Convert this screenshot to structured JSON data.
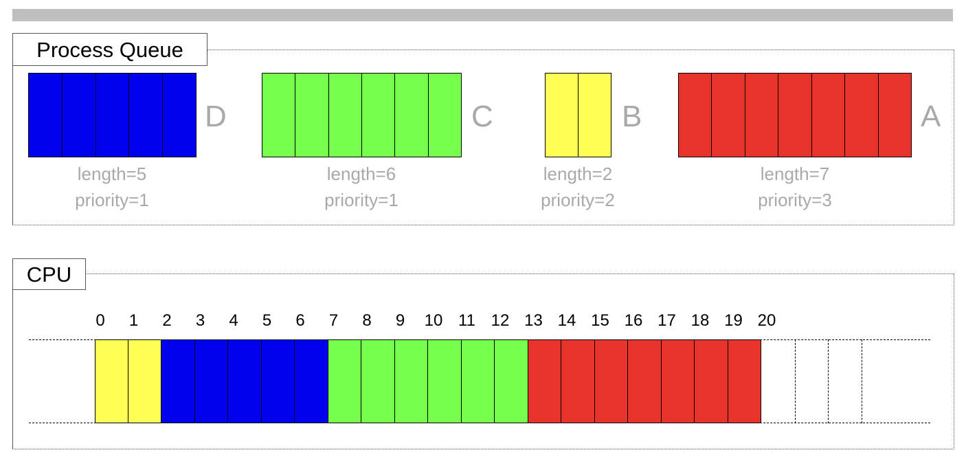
{
  "colors": {
    "A": "#e8332a",
    "B": "#ffff55",
    "C": "#77ff4d",
    "D": "#0000ee",
    "label_gray": "#a9a9a9",
    "bar_gray": "#bfbfbf"
  },
  "queue_panel": {
    "title": "Process Queue",
    "processes": [
      {
        "id": "D",
        "letter": "D",
        "length": 5,
        "priority": 1,
        "length_text": "length=5",
        "priority_text": "priority=1"
      },
      {
        "id": "C",
        "letter": "C",
        "length": 6,
        "priority": 1,
        "length_text": "length=6",
        "priority_text": "priority=1"
      },
      {
        "id": "B",
        "letter": "B",
        "length": 2,
        "priority": 2,
        "length_text": "length=2",
        "priority_text": "priority=2"
      },
      {
        "id": "A",
        "letter": "A",
        "length": 7,
        "priority": 3,
        "length_text": "length=7",
        "priority_text": "priority=3"
      }
    ]
  },
  "cpu_panel": {
    "title": "CPU",
    "ticks": [
      "0",
      "1",
      "2",
      "3",
      "4",
      "5",
      "6",
      "7",
      "8",
      "9",
      "10",
      "11",
      "12",
      "13",
      "14",
      "15",
      "16",
      "17",
      "18",
      "19",
      "20"
    ],
    "schedule": [
      "B",
      "B",
      "D",
      "D",
      "D",
      "D",
      "D",
      "C",
      "C",
      "C",
      "C",
      "C",
      "C",
      "A",
      "A",
      "A",
      "A",
      "A",
      "A",
      "A"
    ]
  }
}
